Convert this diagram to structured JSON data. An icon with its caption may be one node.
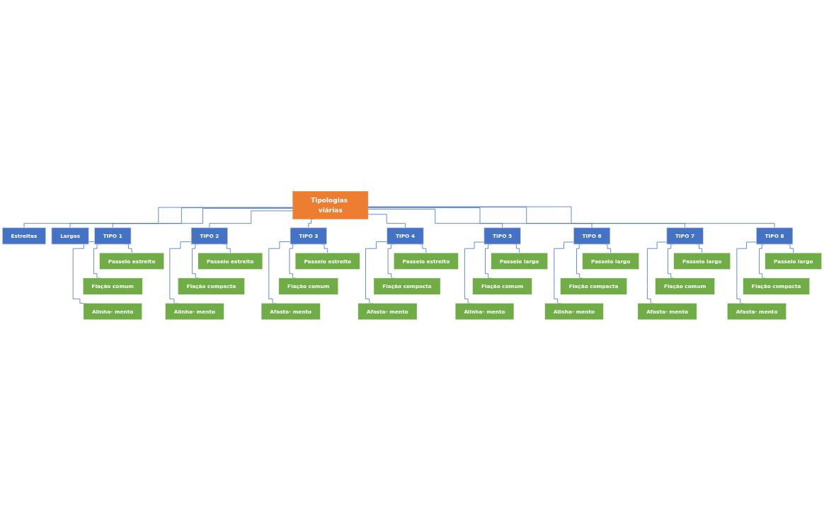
{
  "diagram": {
    "nodes": [
      {
        "text": [
          "Tipologias viárias"
        ]
      },
      {
        "text": [
          "Estreitas"
        ]
      },
      {
        "text": [
          "Largas"
        ]
      },
      {
        "text": [
          "TIPO 1"
        ]
      },
      {
        "text": [
          "TIPO 2"
        ]
      },
      {
        "text": [
          "TIPO 3"
        ]
      },
      {
        "text": [
          "TIPO 4"
        ]
      },
      {
        "text": [
          "TIPO 5"
        ]
      },
      {
        "text": [
          "TIPO 6"
        ]
      },
      {
        "text": [
          "TIPO 7"
        ]
      },
      {
        "text": [
          "TIPO 8"
        ]
      },
      {
        "text": [
          "Passeio estreito"
        ]
      },
      {
        "text": [
          "Fiação comum"
        ]
      },
      {
        "text": [
          "Alinha- mento"
        ]
      },
      {
        "text": [
          "Passeio estreito"
        ]
      },
      {
        "text": [
          "Fiação compacta"
        ]
      },
      {
        "text": [
          "Alinha- mento"
        ]
      },
      {
        "text": [
          "Passeio estreito"
        ]
      },
      {
        "text": [
          "Fiação comum"
        ]
      },
      {
        "text": [
          "Afasta- mento"
        ]
      },
      {
        "text": [
          "Passeio estreito"
        ]
      },
      {
        "text": [
          "Fiação compacta"
        ]
      },
      {
        "text": [
          "Afasta- mento"
        ]
      },
      {
        "text": [
          "Passeio largo"
        ]
      },
      {
        "text": [
          "Fiação comum"
        ]
      },
      {
        "text": [
          "Alinha- mento"
        ]
      },
      {
        "text": [
          "Passeio largo"
        ]
      },
      {
        "text": [
          "Fiação compacta"
        ]
      },
      {
        "text": [
          "Alinha- mento"
        ]
      },
      {
        "text": [
          "Passeio largo"
        ]
      },
      {
        "text": [
          "Fiação comum"
        ]
      },
      {
        "text": [
          "Afasta- mento"
        ]
      },
      {
        "text": [
          "Passeio largo"
        ]
      },
      {
        "text": [
          "Fiação compacta"
        ]
      },
      {
        "text": [
          "Afasta- mento"
        ]
      }
    ],
    "edges": [
      {
        "from": 0,
        "to": 1,
        "arrow": "none"
      },
      {
        "from": 0,
        "to": 2,
        "arrow": "none"
      },
      {
        "from": 0,
        "to": 3,
        "arrow": "none"
      },
      {
        "from": 0,
        "to": 4,
        "arrow": "none"
      },
      {
        "from": 0,
        "to": 5,
        "arrow": "none"
      },
      {
        "from": 0,
        "to": 6,
        "arrow": "none"
      },
      {
        "from": 0,
        "to": 7,
        "arrow": "none"
      },
      {
        "from": 0,
        "to": 8,
        "arrow": "none"
      },
      {
        "from": 0,
        "to": 9,
        "arrow": "none"
      },
      {
        "from": 0,
        "to": 10,
        "arrow": "none"
      },
      {
        "from": 3,
        "to": 11,
        "arrow": "none"
      },
      {
        "from": 3,
        "to": 12,
        "arrow": "none"
      },
      {
        "from": 3,
        "to": 13,
        "arrow": "none"
      },
      {
        "from": 4,
        "to": 14,
        "arrow": "none"
      },
      {
        "from": 4,
        "to": 15,
        "arrow": "none"
      },
      {
        "from": 4,
        "to": 16,
        "arrow": "none"
      },
      {
        "from": 5,
        "to": 17,
        "arrow": "none"
      },
      {
        "from": 5,
        "to": 18,
        "arrow": "none"
      },
      {
        "from": 5,
        "to": 19,
        "arrow": "none"
      },
      {
        "from": 6,
        "to": 20,
        "arrow": "none"
      },
      {
        "from": 6,
        "to": 21,
        "arrow": "none"
      },
      {
        "from": 6,
        "to": 22,
        "arrow": "none"
      },
      {
        "from": 7,
        "to": 23,
        "arrow": "none"
      },
      {
        "from": 7,
        "to": 24,
        "arrow": "none"
      },
      {
        "from": 7,
        "to": 25,
        "arrow": "none"
      },
      {
        "from": 8,
        "to": 26,
        "arrow": "none"
      },
      {
        "from": 8,
        "to": 27,
        "arrow": "none"
      },
      {
        "from": 8,
        "to": 28,
        "arrow": "none"
      },
      {
        "from": 9,
        "to": 29,
        "arrow": "none"
      },
      {
        "from": 9,
        "to": 30,
        "arrow": "none"
      },
      {
        "from": 9,
        "to": 31,
        "arrow": "none"
      },
      {
        "from": 10,
        "to": 32,
        "arrow": "none"
      },
      {
        "from": 10,
        "to": 33,
        "arrow": "none"
      },
      {
        "from": 10,
        "to": 34,
        "arrow": "none"
      }
    ]
  }
}
